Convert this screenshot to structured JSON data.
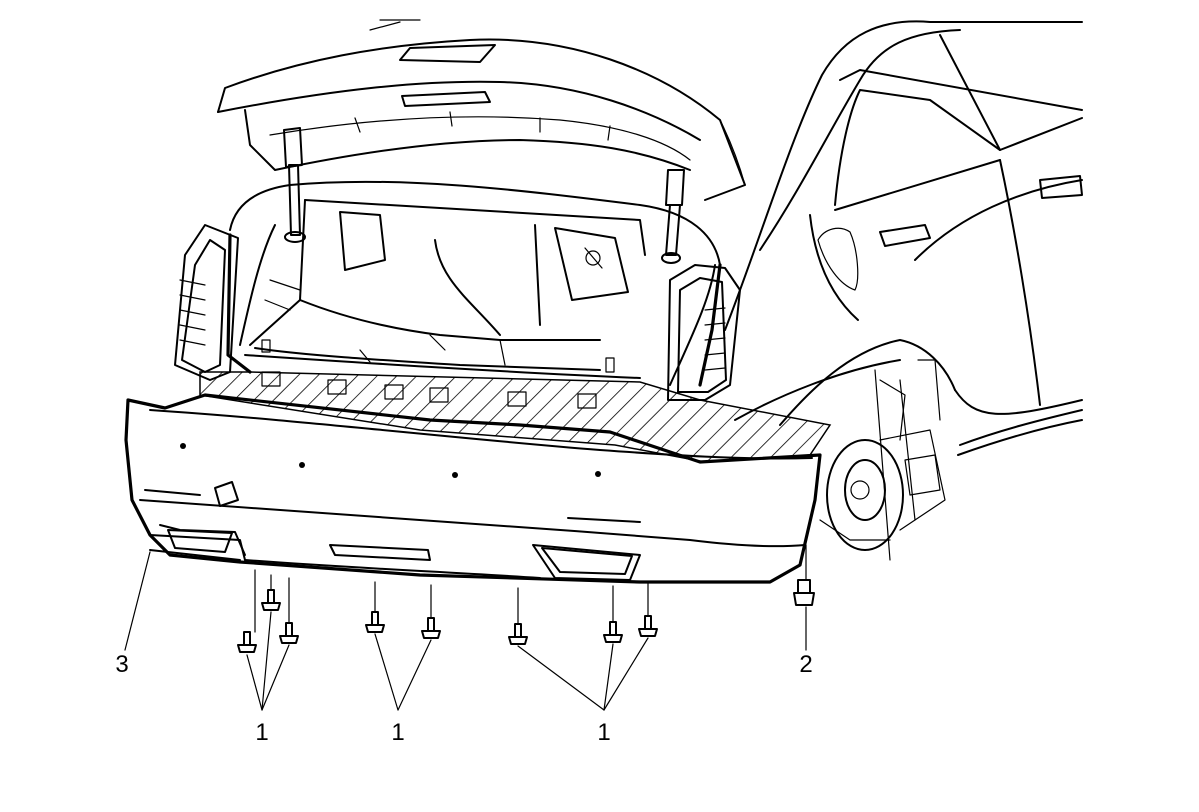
{
  "callouts": {
    "bolts_label_a": "1",
    "bolts_label_b": "1",
    "bolts_label_c": "1",
    "wheelhouse_bolt_label": "2",
    "fascia_label": "3"
  }
}
